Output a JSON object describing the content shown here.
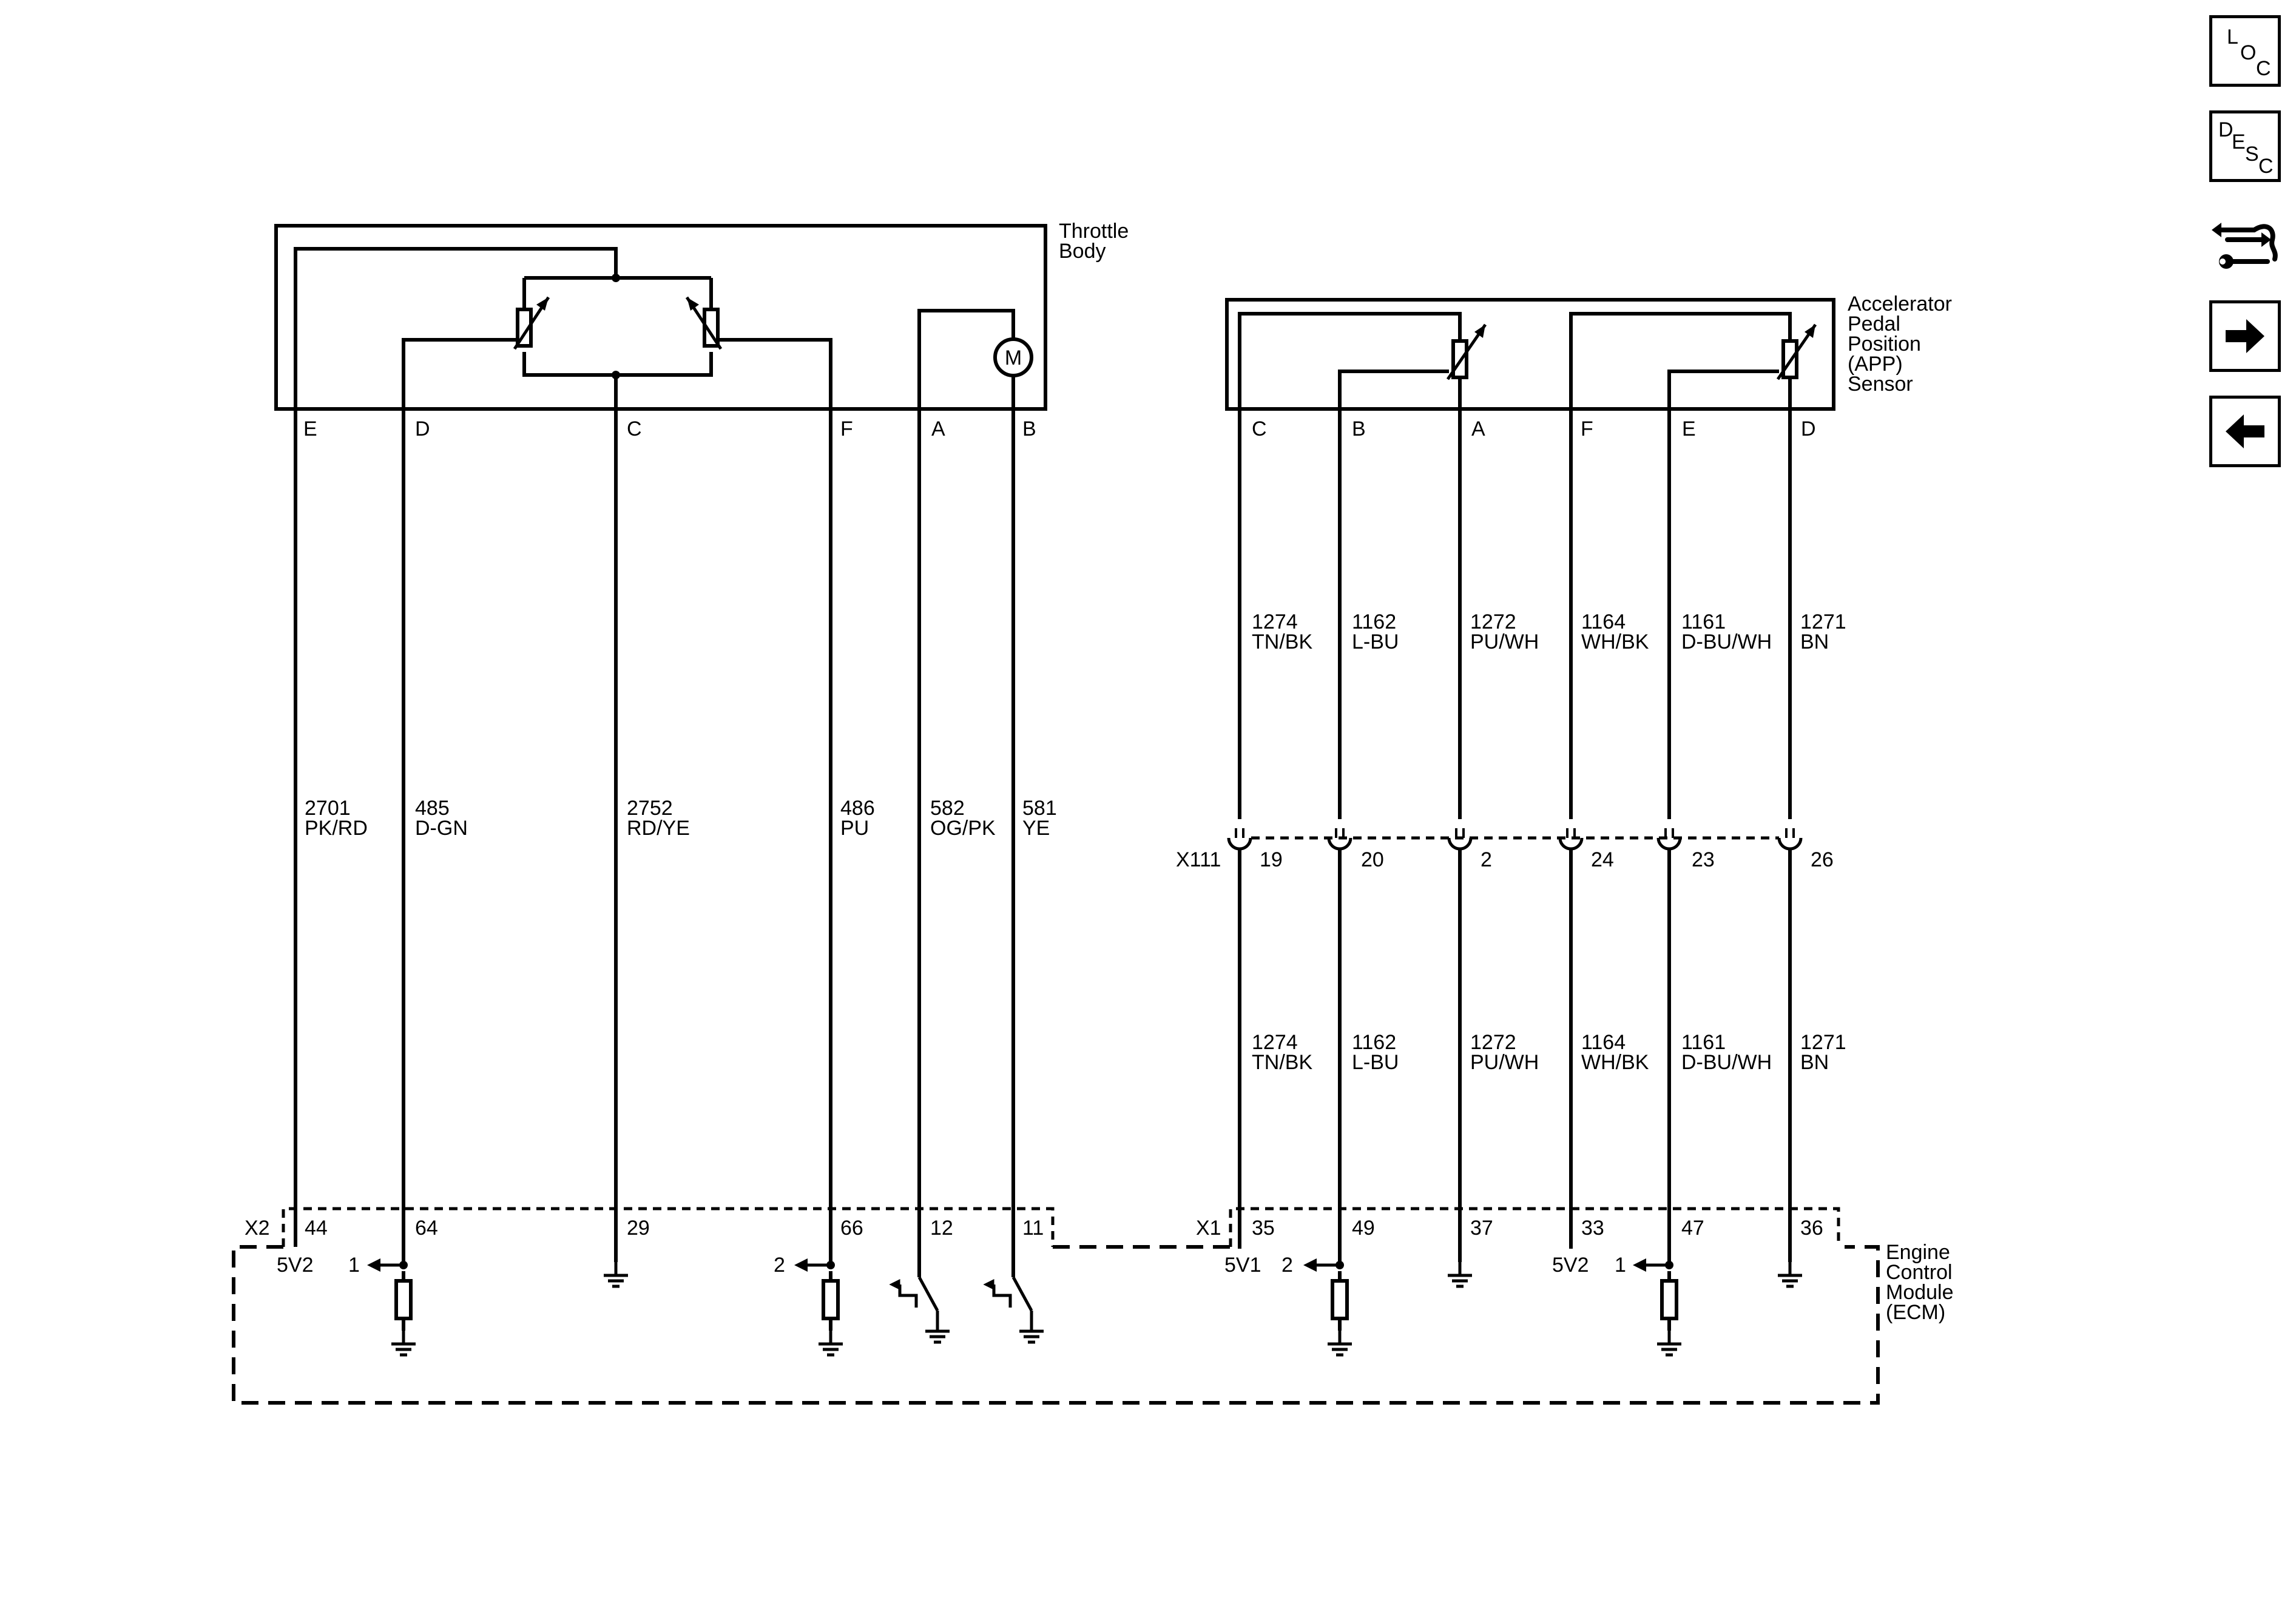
{
  "components": {
    "throttle_body": [
      "Throttle",
      "Body"
    ],
    "app_sensor": [
      "Accelerator",
      "Pedal",
      "Position",
      "(APP)",
      "Sensor"
    ],
    "ecm": [
      "Engine",
      "Control",
      "Module",
      "(ECM)"
    ],
    "motor_symbol": "M"
  },
  "throttle_pins": [
    "E",
    "D",
    "C",
    "F",
    "A",
    "B"
  ],
  "app_pins": [
    "C",
    "B",
    "A",
    "F",
    "E",
    "D"
  ],
  "throttle_circuits": [
    {
      "num": "2701",
      "color": "PK/RD"
    },
    {
      "num": "485",
      "color": "D-GN"
    },
    {
      "num": "2752",
      "color": "RD/YE"
    },
    {
      "num": "486",
      "color": "PU"
    },
    {
      "num": "582",
      "color": "OG/PK"
    },
    {
      "num": "581",
      "color": "YE"
    }
  ],
  "app_circuits": [
    {
      "num": "1274",
      "color": "TN/BK"
    },
    {
      "num": "1162",
      "color": "L-BU"
    },
    {
      "num": "1272",
      "color": "PU/WH"
    },
    {
      "num": "1164",
      "color": "WH/BK"
    },
    {
      "num": "1161",
      "color": "D-BU/WH"
    },
    {
      "num": "1271",
      "color": "BN"
    }
  ],
  "inline_connector": {
    "name": "X111",
    "pins": [
      "19",
      "20",
      "2",
      "24",
      "23",
      "26"
    ]
  },
  "ecm_x2": {
    "name": "X2",
    "pins": [
      "44",
      "64",
      "29",
      "66",
      "12",
      "11"
    ]
  },
  "ecm_x1": {
    "name": "X1",
    "pins": [
      "35",
      "49",
      "37",
      "33",
      "47",
      "36"
    ]
  },
  "ecm_internal": {
    "x2_ref": "5V2",
    "x2_sig1": "1",
    "x2_sig2": "2",
    "x1_ref1": "5V1",
    "x1_sig2": "2",
    "x1_ref2": "5V2",
    "x1_sig1": "1"
  },
  "nav_buttons": {
    "loc": {
      "l1": "L",
      "l2": "O",
      "l3": "C",
      "icon": "location-icon"
    },
    "desc": {
      "l1": "D",
      "l2": "E",
      "l3": "S",
      "l4": "C",
      "icon": "description-icon"
    },
    "tools": {
      "icon": "connector-repair-icon"
    },
    "next": {
      "icon": "arrow-right-icon"
    },
    "prev": {
      "icon": "arrow-left-icon"
    }
  }
}
